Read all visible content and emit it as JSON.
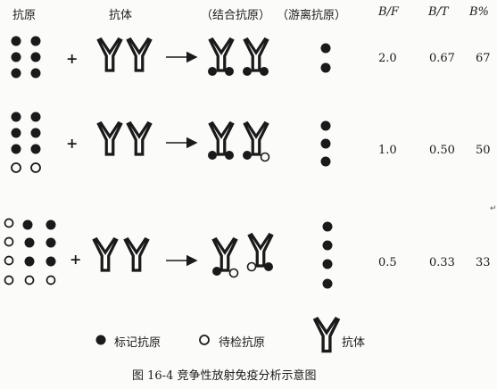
{
  "headers": {
    "antigen": "抗原",
    "antibody": "抗体",
    "bound": "（结合抗原）",
    "free": "（游离抗原）",
    "bf": "B/F",
    "bt": "B/T",
    "bpct": "B%"
  },
  "rows": [
    {
      "bf": "2.0",
      "bt": "0.67",
      "bpct": "67",
      "labeled_antigen": 6,
      "unlabeled_antigen": 0,
      "free_antigen_dots": 2
    },
    {
      "bf": "1.0",
      "bt": "0.50",
      "bpct": "50",
      "labeled_antigen": 6,
      "unlabeled_antigen": 2,
      "free_antigen_dots": 3
    },
    {
      "bf": "0.5",
      "bt": "0.33",
      "bpct": "33",
      "labeled_antigen": 6,
      "unlabeled_antigen": 6,
      "free_antigen_dots": 4
    }
  ],
  "plus": "+",
  "legend": {
    "labeled": "标记抗原",
    "unlabeled": "待检抗原",
    "antibody": "抗体"
  },
  "caption": "图 16-4    竞争性放射免疫分析示意图",
  "colors": {
    "ink": "#1a1a1a",
    "background": "#fbfbf9"
  }
}
